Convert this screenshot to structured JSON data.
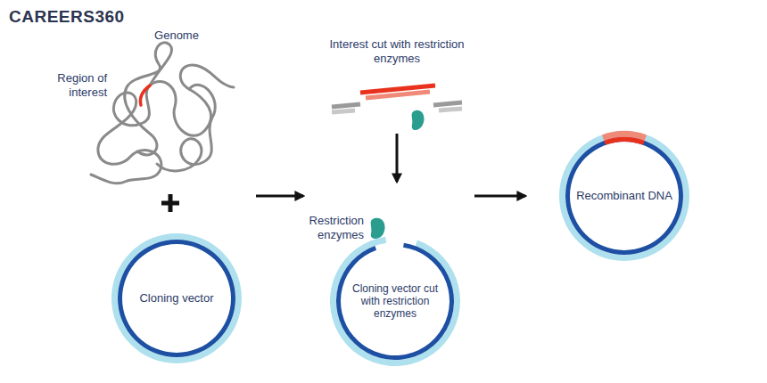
{
  "diagram": {
    "nodes": [
      {
        "text": [
          "Cloning vector"
        ]
      },
      {
        "text": [
          "Cloning vector cut with restriction enzymes"
        ]
      },
      {
        "text": [
          "Recombinant DNA"
        ]
      }
    ],
    "edges": [
      {
        "from": 0,
        "to": 1,
        "arrow": "to"
      },
      {
        "from": 1,
        "to": 2,
        "arrow": "to"
      }
    ],
    "labels": [
      "CAREERS360",
      "Genome",
      "Region of interest",
      "Interest cut with restriction enzymes",
      "Restriction enzymes"
    ]
  }
}
